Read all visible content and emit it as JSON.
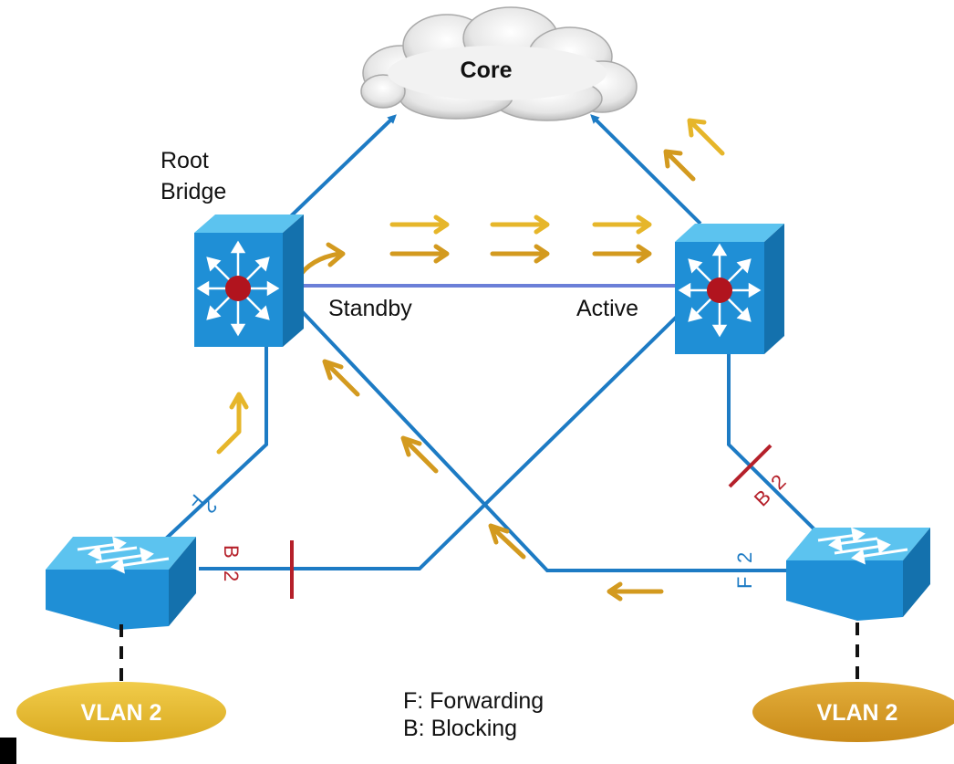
{
  "title": "",
  "core": {
    "label": "Core"
  },
  "root_bridge_label": [
    "Root",
    "Bridge"
  ],
  "hsrp": {
    "standby_label": "Standby",
    "active_label": "Active"
  },
  "ports": {
    "left_uplink": [
      "F",
      "2"
    ],
    "left_cross": [
      "B",
      "2"
    ],
    "right_uplink": [
      "B",
      "2"
    ],
    "right_cross": [
      "F",
      "2"
    ]
  },
  "vlans": {
    "left": "VLAN 2",
    "right": "VLAN 2"
  },
  "legend": {
    "forwarding": "F: Forwarding",
    "blocking": "B: Blocking"
  },
  "colors": {
    "link": "#1d7bc4",
    "arrow_light": "#e6b62a",
    "arrow_dark": "#d39a1f",
    "block_mark": "#b5202a",
    "forward_text": "#1d7bc4",
    "block_text": "#b5202a",
    "switch_front": "#1f8fd6",
    "switch_top": "#5cc3ef",
    "switch_side": "#1471ad",
    "router_core": "#b1141e",
    "vlan_left": "#e8bd2c",
    "vlan_right": "#d79a22"
  }
}
